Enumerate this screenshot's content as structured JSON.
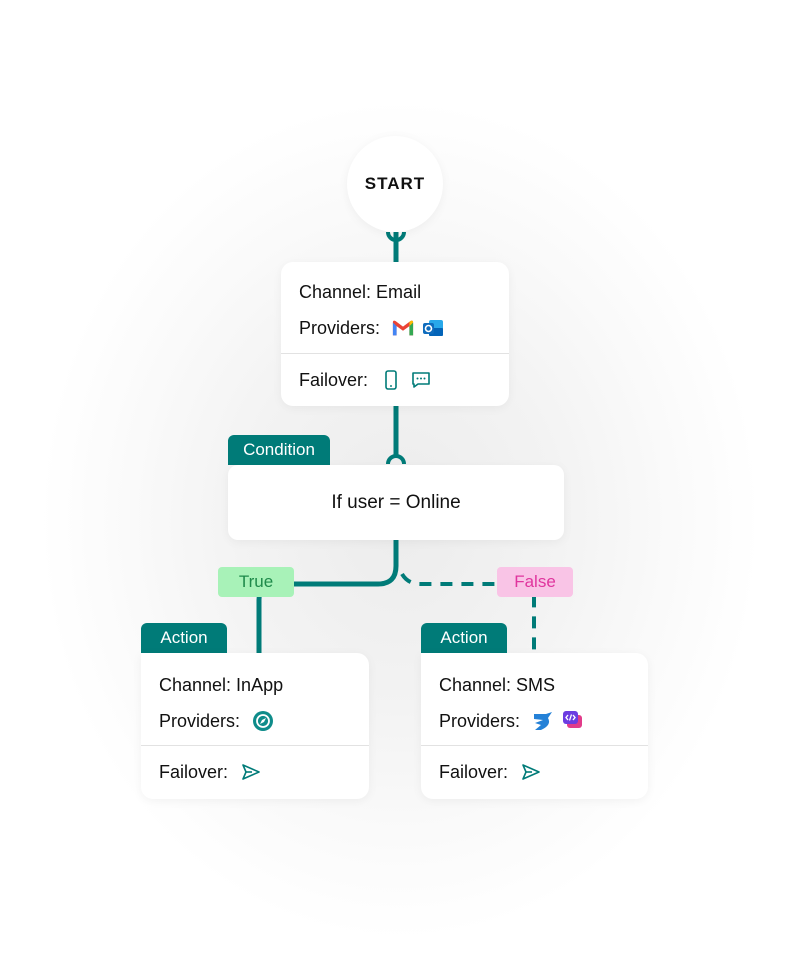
{
  "start_label": "START",
  "email_step": {
    "channel": "Channel: Email",
    "providers_label": "Providers:",
    "failover_label": "Failover:"
  },
  "condition": {
    "tag": "Condition",
    "expression": "If user = Online"
  },
  "branches": {
    "true_label": "True",
    "false_label": "False"
  },
  "inapp_action": {
    "tag": "Action",
    "channel": "Channel: InApp",
    "providers_label": "Providers:",
    "failover_label": "Failover:"
  },
  "sms_action": {
    "tag": "Action",
    "channel": "Channel: SMS",
    "providers_label": "Providers:",
    "failover_label": "Failover:"
  },
  "icons": {
    "email_providers": [
      "gmail-icon",
      "outlook-icon"
    ],
    "email_failover": [
      "mobile-phone-icon",
      "sms-bubble-icon"
    ],
    "inapp_providers": [
      "compass-icon"
    ],
    "inapp_failover": [
      "send-icon"
    ],
    "sms_providers": [
      "messagebird-icon",
      "code-chat-icon"
    ],
    "sms_failover": [
      "send-icon"
    ]
  },
  "colors": {
    "teal": "#007B78",
    "true_badge_bg": "#A8F2B8",
    "true_badge_text": "#1E8A4A",
    "false_badge_bg": "#F9C4E6",
    "false_badge_text": "#E0359E"
  }
}
